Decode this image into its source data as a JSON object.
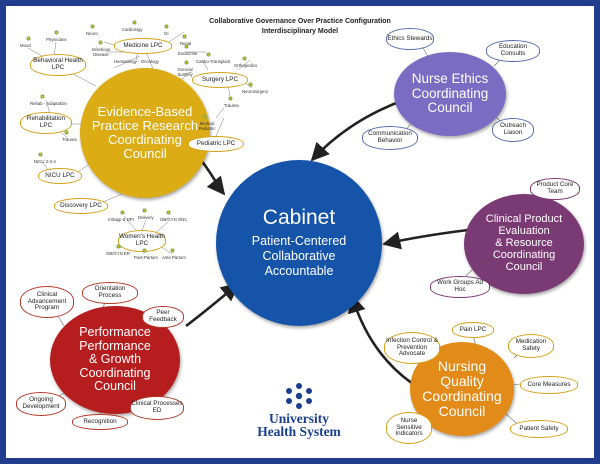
{
  "title": {
    "line1": "Collaborative Governance Over Practice Configuration",
    "line2": "Interdisciplinary Model"
  },
  "colors": {
    "cabinet": "#1554a9",
    "evidence": "#dcac14",
    "ethics": "#7a6cc2",
    "product": "#7a3a74",
    "quality": "#e38b18",
    "performance": "#b51d1f",
    "arrow": "#222222",
    "frame": "#1f3d8c"
  },
  "cabinet": {
    "line1": "Cabinet",
    "line2": "Patient-Centered",
    "line3": "Collaborative",
    "line4": "Accountable"
  },
  "evidence": {
    "line1": "Evidence-Based",
    "line2": "Practice Research",
    "line3": "Coordinating",
    "line4": "Council",
    "lpcs": {
      "behavioral": "Behavioral Health LPC",
      "medicine": "Medicine LPC",
      "surgery": "Surgery LPC",
      "rehab": "Rehabilitation LPC",
      "pediatric": "Pediatric LPC",
      "nicu": "NICU LPC",
      "discovery": "Discovery LPC",
      "womens": "Women's Health LPC"
    },
    "subs": {
      "mood": "Mood",
      "physicians": "Physicians",
      "neuro": "Neuro",
      "cardiology": "Cardiology",
      "gi": "GI",
      "renal": "Renal",
      "infectious": "Infectious Disease",
      "hematology": "Hematology - Oncology",
      "endocrine": "Endocrine",
      "cardio_transplant": "Cardio-Transplant",
      "orthopedics": "Orthopedics",
      "general_surgery": "General Surgery",
      "neurosurgery": "Neurosurgery",
      "rehab_adapt": "Rehab - Adaptation",
      "trauma_rehab": "Trauma",
      "trauma_surg": "Trauma",
      "medical_peds": "Medical Pediatric",
      "nicu_234": "NICU 2-3-4",
      "intrapp": "Intrapp & DPI",
      "delivery": "Delivery",
      "obgyn_onc": "OB/GYN ONC",
      "obgyn_er": "OB/GYN ER",
      "post_partum": "Post-Partum",
      "ante_partum": "Ante Partum"
    }
  },
  "ethics": {
    "line1": "Nurse Ethics",
    "line2": "Coordinating",
    "line3": "Council",
    "tags": {
      "stewards": "Ethics Stewards",
      "education": "Education Consults",
      "communication": "Communication Behavior",
      "outreach": "Outreach Liason"
    }
  },
  "product": {
    "line1": "Clinical Product",
    "line2": "Evaluation",
    "line3": "& Resource",
    "line4": "Coordinating",
    "line5": "Council",
    "tags": {
      "core_team": "Product Core Team",
      "workgroups": "Work Groups Ad Hoc"
    }
  },
  "quality": {
    "line1": "Nursing",
    "line2": "Quality",
    "line3": "Coordinating",
    "line4": "Council",
    "tags": {
      "infection": "Infection Control & Prevention Advocate",
      "pain": "Pain LPC",
      "medication": "Medication Safety",
      "core_measures": "Core Measures",
      "patient_safety": "Patient Safety",
      "sensitive": "Nurse Sensitive Indicators"
    }
  },
  "performance": {
    "line1": "Performance",
    "line2": "Performance",
    "line3": "& Growth",
    "line4": "Coordinating",
    "line5": "Council",
    "tags": {
      "orientation": "Orientation Process",
      "advancement": "Clinical Advancement Program",
      "peer": "Peer Feedback",
      "ongoing": "Ongoing Development",
      "recognition": "Recognition",
      "processes": "Clinical Processes ED"
    }
  },
  "logo": {
    "line1": "University",
    "line2": "Health System"
  }
}
